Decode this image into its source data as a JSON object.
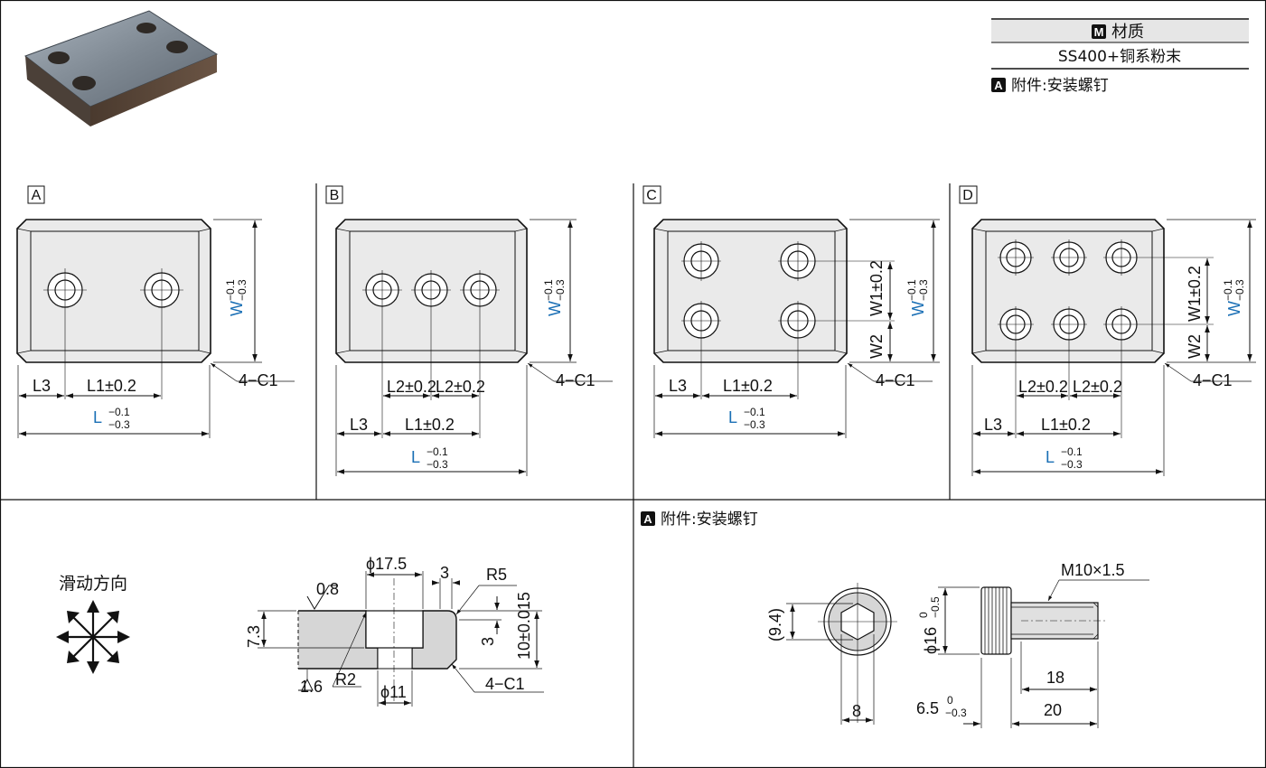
{
  "material": {
    "badge": "M",
    "header": "材质",
    "value": "SS400+铜系粉末"
  },
  "accessory": {
    "badge": "A",
    "note": "附件:安装螺钉"
  },
  "panels": {
    "a": {
      "label": "A"
    },
    "b": {
      "label": "B"
    },
    "c": {
      "label": "C"
    },
    "d": {
      "label": "D"
    }
  },
  "dims": {
    "L": "L",
    "W": "W",
    "tol_upper": "−0.1",
    "tol_lower": "−0.3",
    "L1": "L1±0.2",
    "L2": "L2±0.2",
    "L3": "L3",
    "W1": "W1±0.2",
    "W2": "W2",
    "chamfer": "4−C1"
  },
  "slide": {
    "label": "滑动方向"
  },
  "section": {
    "d_counterbore": "ϕ17.5",
    "d_hole": "ϕ11",
    "w3": "3",
    "r5": "R5",
    "r2": "R2",
    "h73": "7.3",
    "h10": "10±0.015",
    "ra_top": "0.8",
    "ra_bottom": "1.6"
  },
  "screw": {
    "thread": "M10×1.5",
    "across_corner": "(9.4)",
    "hex_size": "8",
    "head_dia": "ϕ16",
    "head_tol_upper": "0",
    "head_tol_lower": "−0.5",
    "thread_len": "18",
    "length": "20",
    "head_h": "6.5",
    "head_h_upper": "0",
    "head_h_lower": "−0.3"
  }
}
